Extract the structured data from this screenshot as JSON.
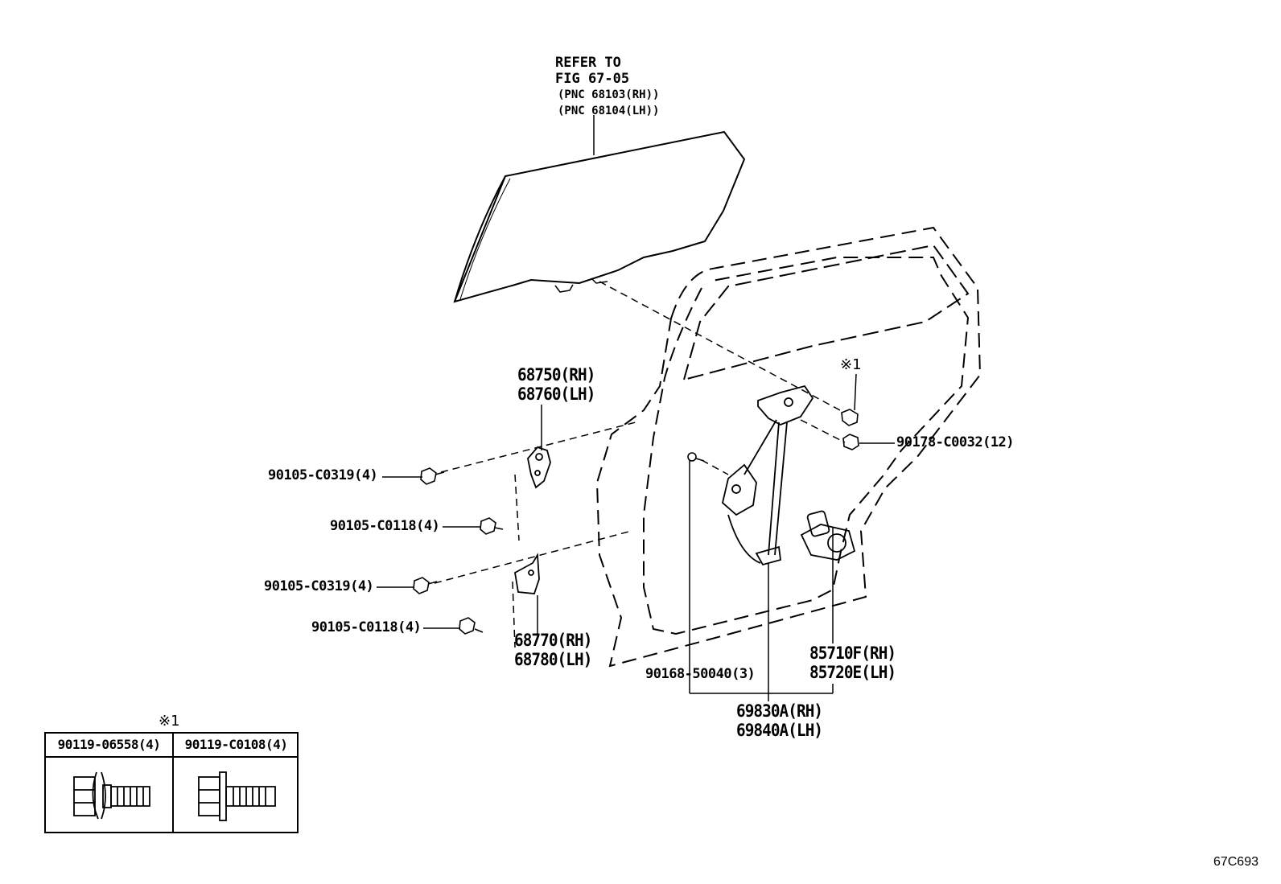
{
  "refer": {
    "line1": "REFER TO",
    "line2": "FIG 67-05",
    "pnc_rh": "(PNC 68103(RH))",
    "pnc_lh": "(PNC 68104(LH))"
  },
  "parts": {
    "hinge_upper_rh": "68750(RH)",
    "hinge_upper_lh": "68760(LH)",
    "hinge_lower_rh": "68770(RH)",
    "hinge_lower_lh": "68780(LH)",
    "bolt_upper_1": "90105-C0319(4)",
    "bolt_upper_2": "90105-C0118(4)",
    "bolt_lower_1": "90105-C0319(4)",
    "bolt_lower_2": "90105-C0118(4)",
    "nut": "90178-C0032(12)",
    "clip": "90168-50040(3)",
    "motor_rh": "85710F(RH)",
    "motor_lh": "85720E(LH)",
    "regulator_rh": "69830A(RH)",
    "regulator_lh": "69840A(LH)"
  },
  "note_mark": "※1",
  "legend": {
    "mark": "※1",
    "col1": "90119-06558(4)",
    "col2": "90119-C0108(4)"
  },
  "figure_id": "67C693"
}
